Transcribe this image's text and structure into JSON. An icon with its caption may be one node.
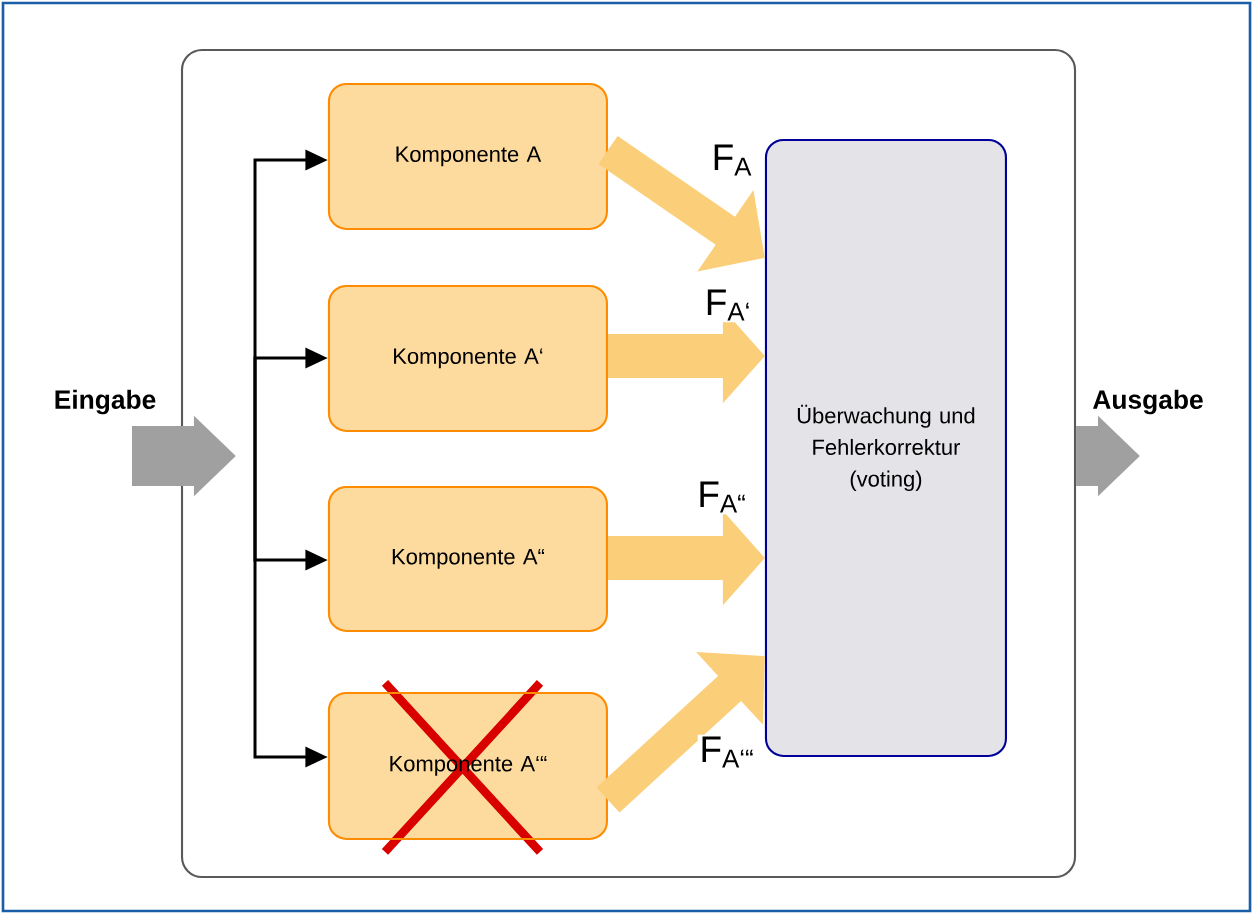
{
  "diagram": {
    "nodes": [
      {
        "text": [],
        "shape": "box"
      },
      {
        "text": [
          "Komponente A"
        ],
        "in": 0
      },
      {
        "text": [
          "Komponente A‘"
        ],
        "in": 0
      },
      {
        "text": [
          "Komponente A“"
        ],
        "in": 0
      },
      {
        "text": [
          "Komponente A‘“"
        ],
        "in": 0
      },
      {
        "text": [
          "Überwachung und Fehlerkorrektur (voting)"
        ],
        "in": 0
      }
    ],
    "edges": [
      {
        "from": null,
        "to": 0,
        "arrow": "to",
        "label": "Eingabe",
        "color": "#a0a0a0"
      },
      {
        "from": 0,
        "to": null,
        "arrow": "to",
        "label": "Ausgabe",
        "color": "#a0a0a0"
      },
      {
        "from": null,
        "to": 1,
        "arrow": "to"
      },
      {
        "from": null,
        "to": 2,
        "arrow": "to"
      },
      {
        "from": null,
        "to": 3,
        "arrow": "to"
      },
      {
        "from": null,
        "to": 4,
        "arrow": "to"
      },
      {
        "from": 1,
        "to": 5,
        "arrow": "to",
        "label": "F$_{A}$",
        "color": "#fbcf7a"
      },
      {
        "from": 2,
        "to": 5,
        "arrow": "to",
        "label": "F$_{A‘}$",
        "color": "#fbcf7a"
      },
      {
        "from": 3,
        "to": 5,
        "arrow": "to",
        "label": "F$_{A“}$",
        "color": "#fbcf7a"
      },
      {
        "from": 4,
        "to": 5,
        "arrow": "to",
        "label": "F$_{A‘“}$",
        "color": "#fbcf7a"
      }
    ]
  }
}
